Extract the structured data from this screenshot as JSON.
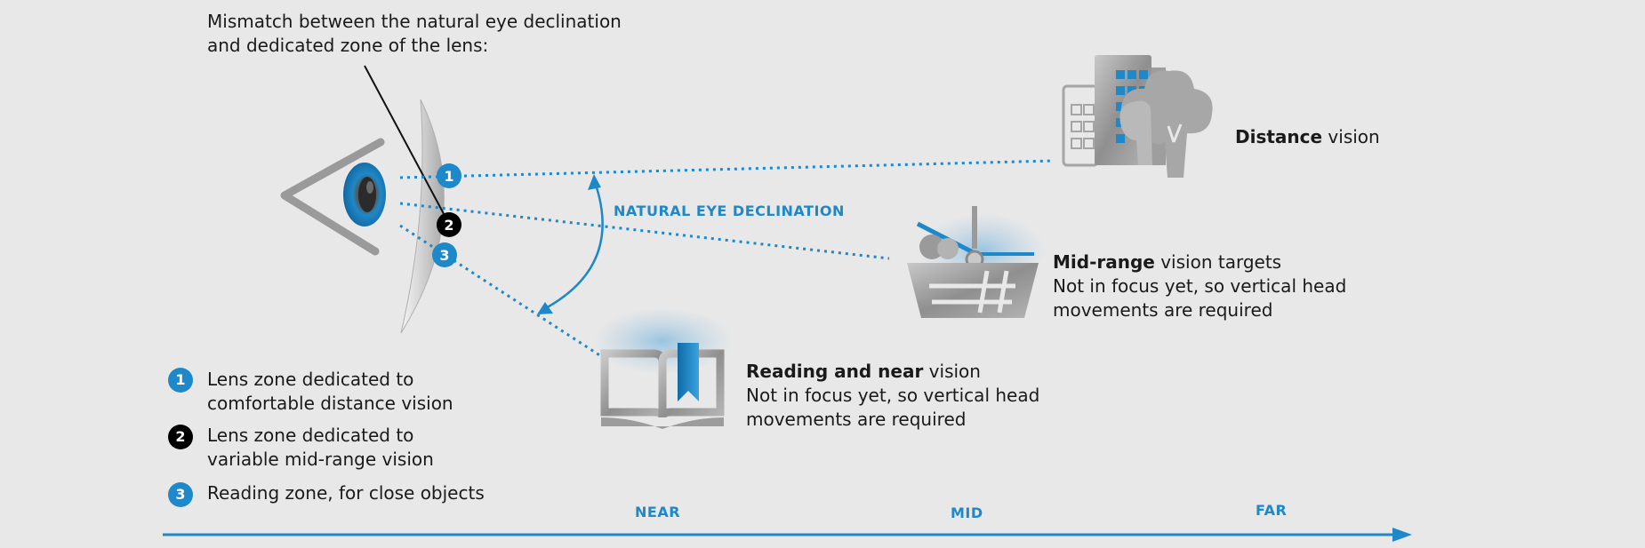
{
  "callout": {
    "line1": "Mismatch between the natural eye declination",
    "line2": "and dedicated zone of the lens:"
  },
  "declination_label": "NATURAL EYE DECLINATION",
  "distance": {
    "bold": "Distance",
    "rest": " vision"
  },
  "midrange": {
    "bold": "Mid-range",
    "rest": " vision targets",
    "line2": "Not in focus yet, so vertical head",
    "line3": "movements are required"
  },
  "reading": {
    "bold": "Reading and near",
    "rest": " vision",
    "line2": "Not in focus yet, so vertical head",
    "line3": "movements are required"
  },
  "lens_markers": [
    "1",
    "2",
    "3"
  ],
  "legend": [
    {
      "num": "1",
      "line1": "Lens zone dedicated to",
      "line2": "comfortable distance vision",
      "color": "#1e88c8"
    },
    {
      "num": "2",
      "line1": "Lens zone dedicated to",
      "line2": "variable mid-range vision",
      "color": "#000000"
    },
    {
      "num": "3",
      "line1": "Reading zone, for close objects",
      "line2": "",
      "color": "#1e88c8"
    }
  ],
  "axis": {
    "near": "NEAR",
    "mid": "MID",
    "far": "FAR"
  },
  "colors": {
    "accent": "#1e88c8",
    "background": "#e8e8e8",
    "icon_grey": "#9a9a9a"
  },
  "icons": [
    "eye-icon",
    "lens-icon",
    "city-trees-icon",
    "basket-icon",
    "book-icon"
  ]
}
